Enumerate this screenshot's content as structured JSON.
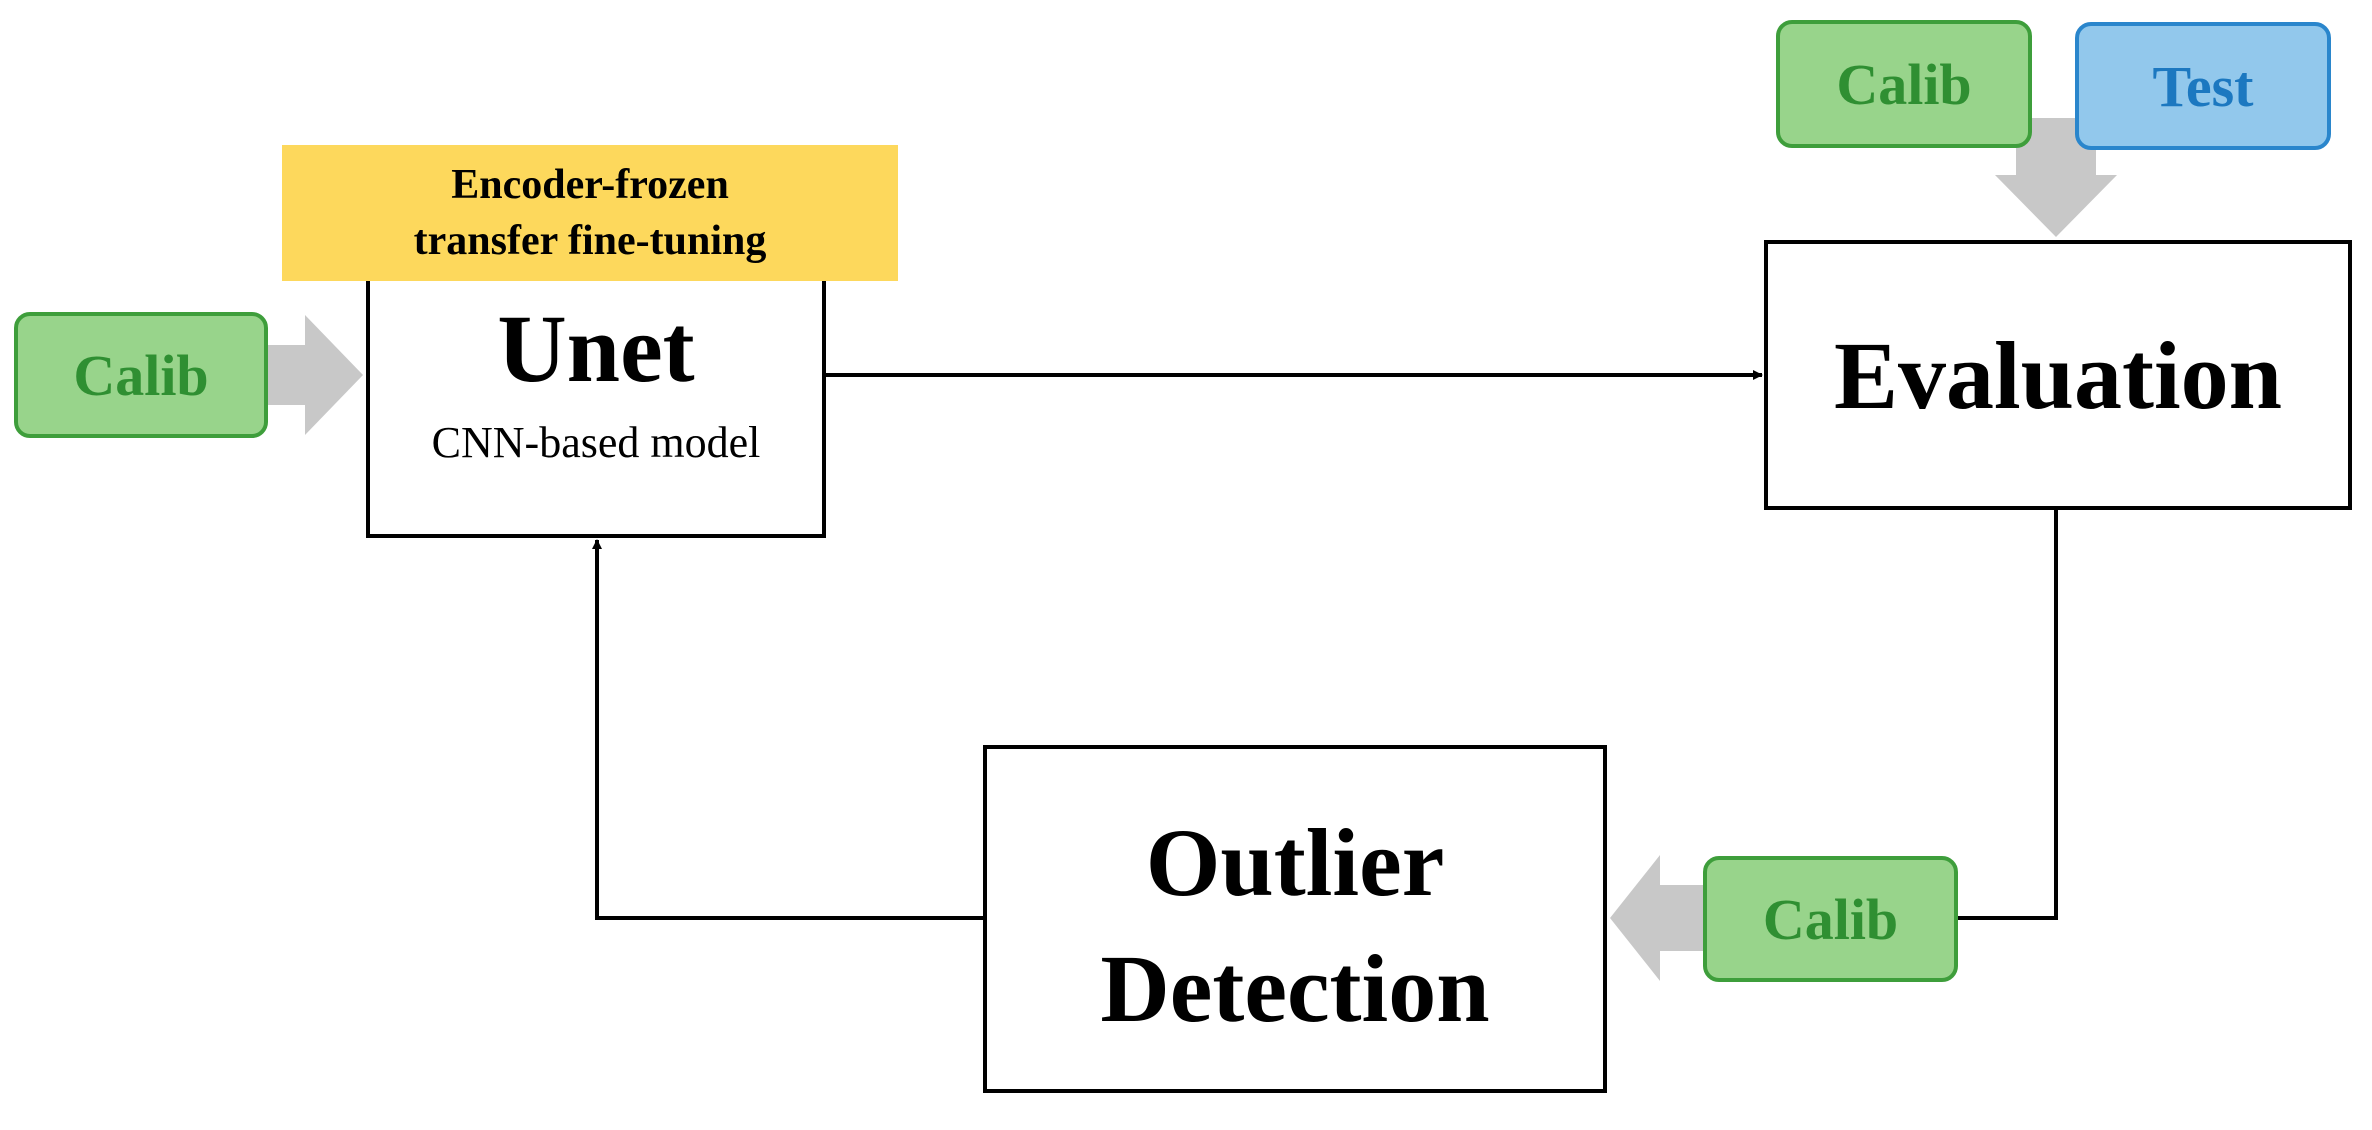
{
  "nodes": {
    "unet": {
      "title": "Unet",
      "subtitle": "CNN-based model"
    },
    "evaluation": {
      "title": "Evaluation"
    },
    "outlier": {
      "line1": "Outlier",
      "line2": "Detection"
    }
  },
  "banner": {
    "line1": "Encoder-frozen",
    "line2": "transfer fine-tuning"
  },
  "tags": {
    "calib_left": "Calib",
    "calib_top": "Calib",
    "test_top": "Test",
    "calib_bottom": "Calib"
  },
  "colors": {
    "calib_fill": "#98d48b",
    "calib_border": "#3e9e3b",
    "calib_text": "#2f8f32",
    "test_fill": "#92c8ec",
    "test_border": "#2a86cc",
    "test_text": "#1c78c0",
    "banner_fill": "#fdd85c",
    "block_arrow": "#c8c8c8"
  }
}
